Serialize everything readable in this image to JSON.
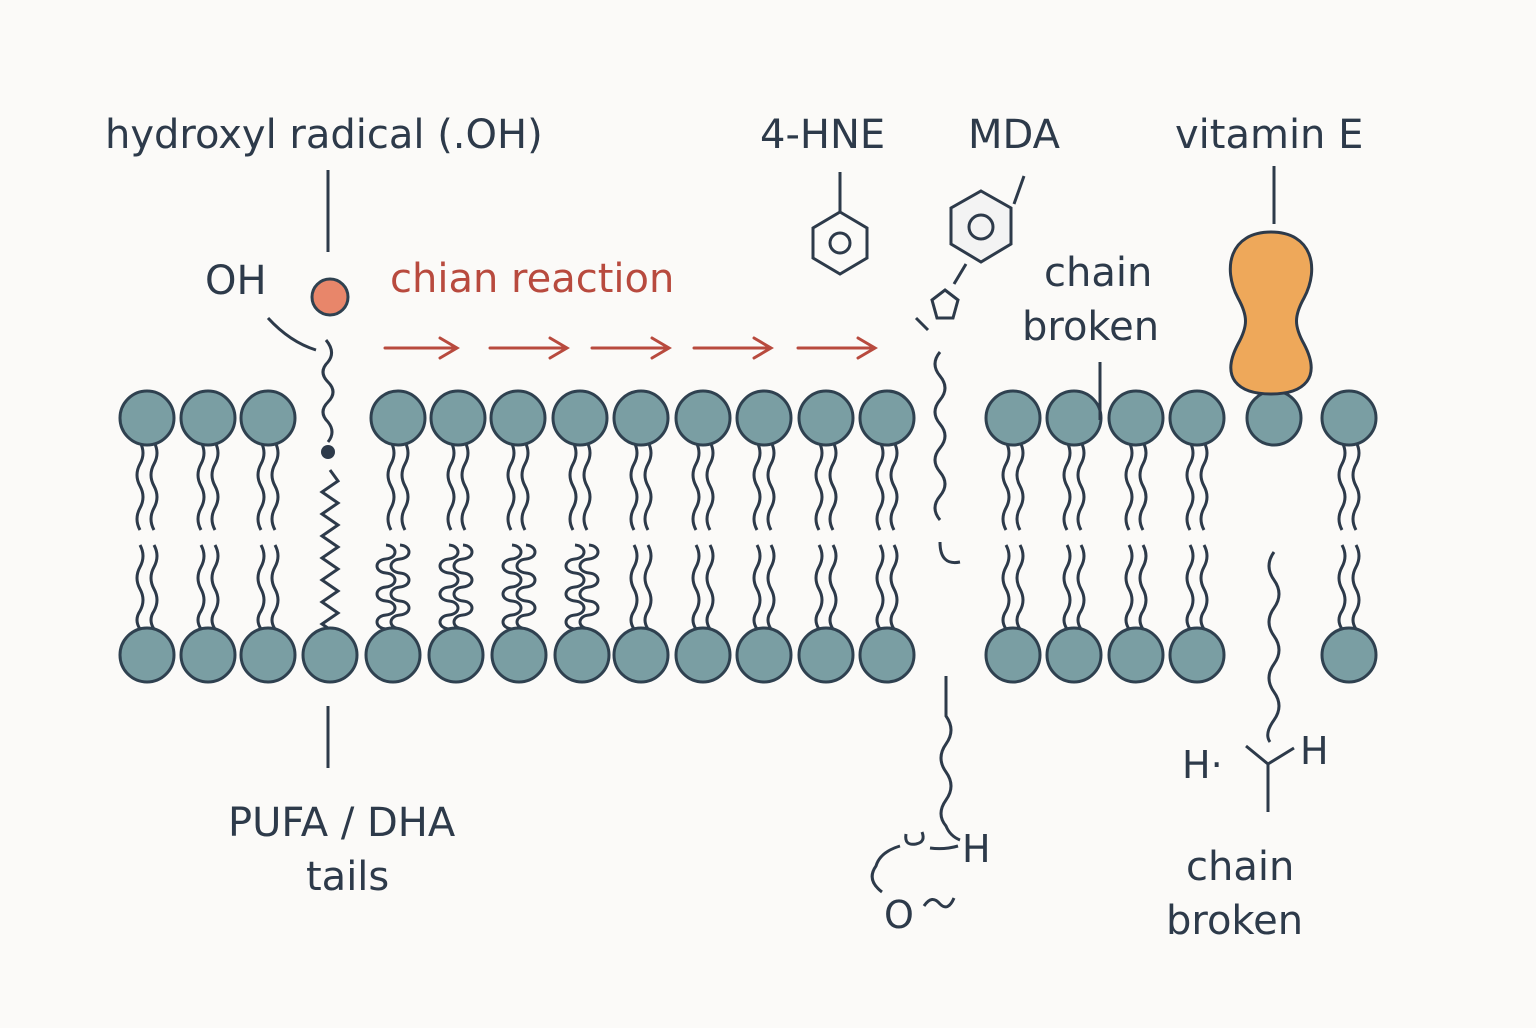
{
  "labels": {
    "hydroxyl_radical": "hydroxyl radical (.OH)",
    "oh": "OH",
    "chain_reaction": "chian reaction",
    "hne": "4-HNE",
    "mda": "MDA",
    "vitamin_e": "vitamin E",
    "chain_broken_upper_1": "chain",
    "chain_broken_upper_2": "broken",
    "pufa_line1": "PUFA / DHA",
    "pufa_line2": "tails",
    "h_fragment": "H",
    "o_fragment": "O",
    "h_left": "H·",
    "h_right": "H",
    "chain_broken_lower_1": "chain",
    "chain_broken_lower_2": "broken"
  },
  "colors": {
    "background": "#fbfaf8",
    "ink": "#2d3a4a",
    "head": "#7a9ea3",
    "head_stroke": "#2f4150",
    "radical": "#e8866a",
    "chain_reaction": "#b84a3e",
    "vitamin_e": "#eea85a"
  }
}
